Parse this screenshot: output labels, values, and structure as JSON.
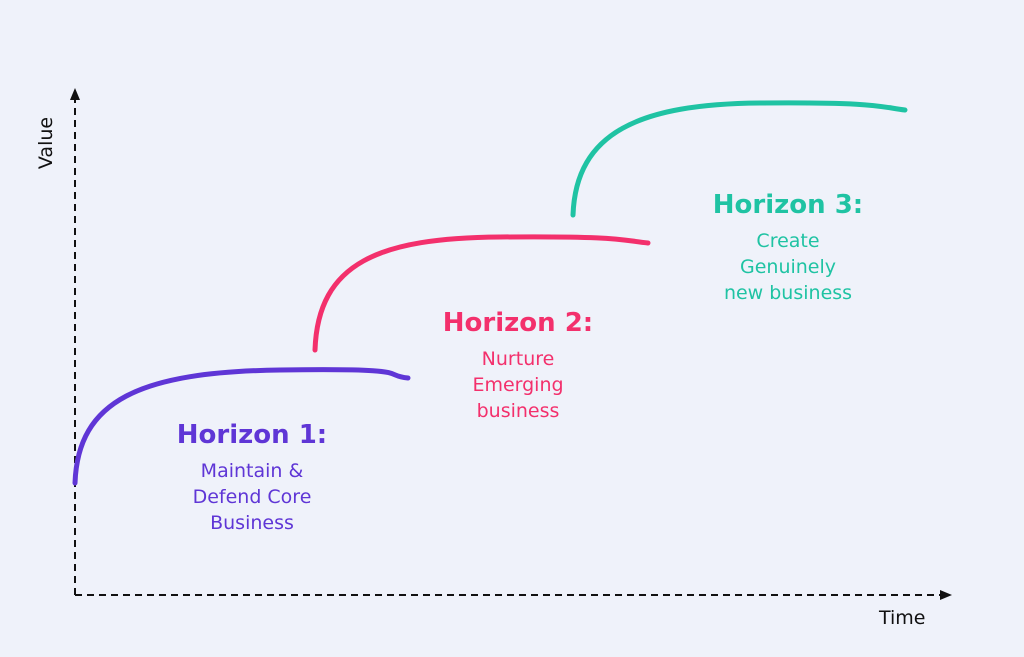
{
  "axes": {
    "y_label": "Value",
    "x_label": "Time"
  },
  "horizons": [
    {
      "title": "Horizon 1:",
      "lines": [
        "Maintain &",
        "Defend Core",
        "Business"
      ],
      "color": "#5f36d6"
    },
    {
      "title": "Horizon 2:",
      "lines": [
        "Nurture",
        "Emerging",
        "business"
      ],
      "color": "#f3306c"
    },
    {
      "title": "Horizon 3:",
      "lines": [
        "Create",
        "Genuinely",
        "new business"
      ],
      "color": "#1fc3a3"
    }
  ]
}
